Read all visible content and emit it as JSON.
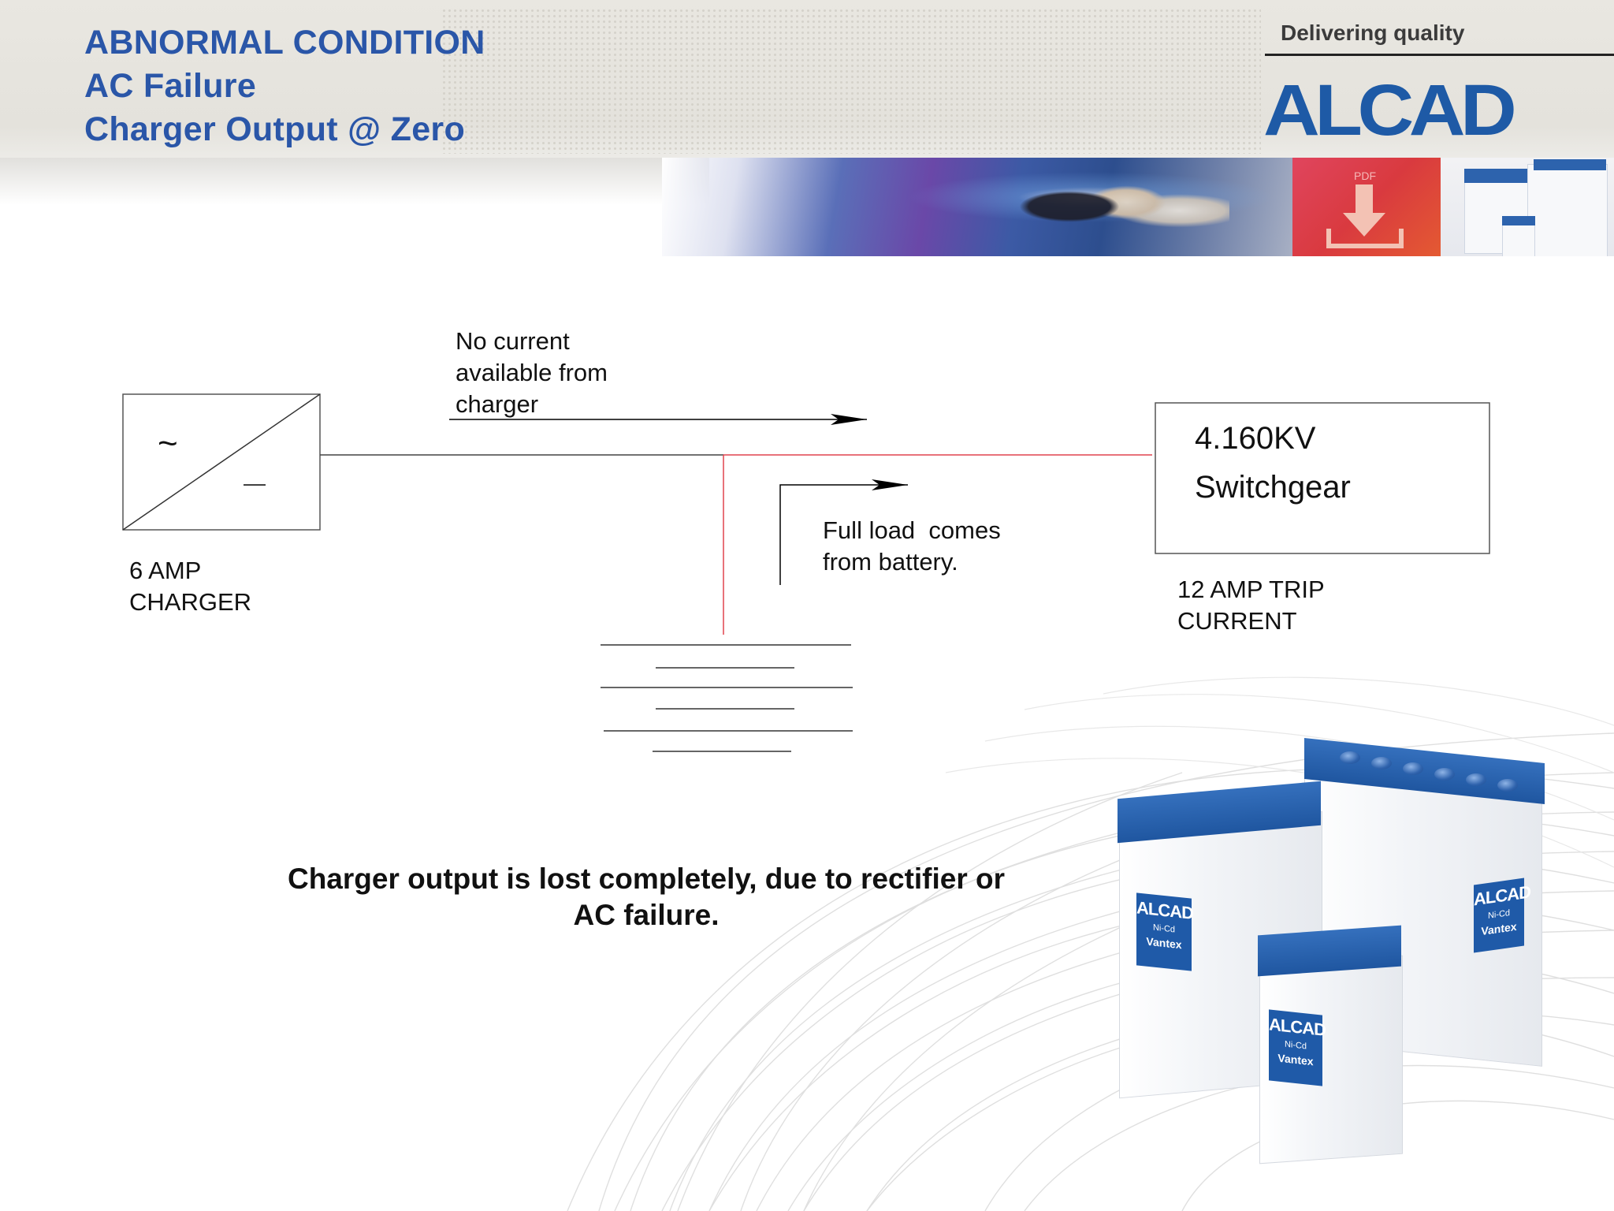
{
  "header": {
    "title_lines": [
      "ABNORMAL CONDITION",
      "AC Failure",
      "Charger Output @ Zero"
    ],
    "tagline": "Delivering quality",
    "logo": "ALCAD"
  },
  "diagram": {
    "charger": {
      "ac_symbol": "~",
      "dc_symbol": "—",
      "label": [
        "6 AMP",
        "CHARGER"
      ]
    },
    "annotation_charger": [
      "No current",
      "available from",
      "charger"
    ],
    "annotation_battery": [
      "Full load  comes",
      "from battery."
    ],
    "switchgear": {
      "lines": [
        "4.160KV",
        "Switchgear"
      ],
      "label": [
        "12 AMP TRIP",
        "CURRENT"
      ]
    },
    "colors": {
      "wire": "#444444",
      "discharge_path": "#e0444f"
    }
  },
  "caption": [
    "Charger output is lost completely, due to rectifier or",
    "AC failure."
  ],
  "product_labels": {
    "brand": "ALCAD",
    "chemistry": "Ni-Cd",
    "model": "Vantex"
  },
  "banner": {
    "pdf_badge": "PDF"
  },
  "icons": [
    "download-arrow-icon"
  ]
}
